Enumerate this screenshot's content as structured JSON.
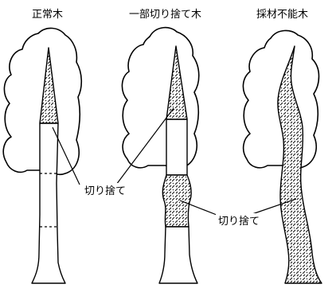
{
  "titles": {
    "normal_tree": "正常木",
    "partial_cut_tree": "一部切り捨て木",
    "unusable_tree": "採材不能木"
  },
  "labels": {
    "cut_off_left": "切り捨て",
    "cut_off_right": "切り捨て"
  },
  "colors": {
    "stroke": "#000000",
    "background": "#ffffff"
  }
}
